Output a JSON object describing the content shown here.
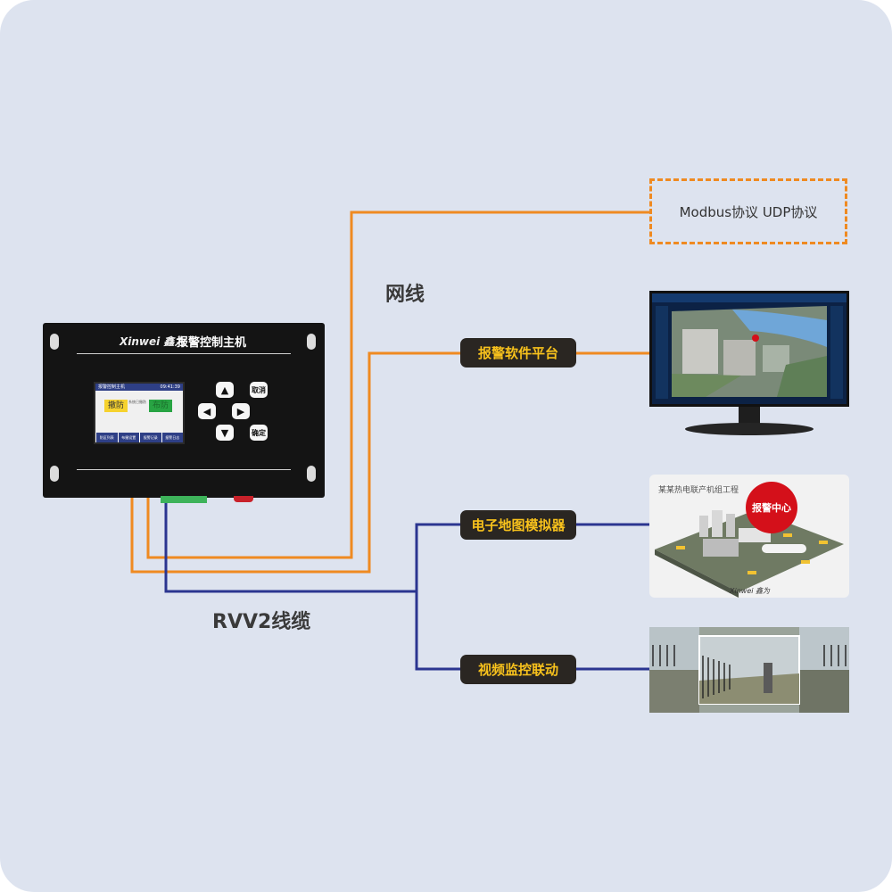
{
  "protocols": "Modbus协议  UDP协议",
  "network_label": "网线",
  "cable_label": "RVV2线缆",
  "nodes": {
    "software_platform": "报警软件平台",
    "map_simulator": "电子地图模拟器",
    "video_linkage": "视频监控联动"
  },
  "device": {
    "brand": "Xinwei 鑫为",
    "title": "报警控制主机",
    "lcd": {
      "header": "报警控制主机",
      "time": "09:41:39",
      "arm_label": "撤防",
      "disarm_label": "布防",
      "status": "系统已撤防",
      "tabs": [
        "防区列表",
        "布撤设置",
        "报警记录",
        "报警日志"
      ]
    },
    "keys": {
      "cancel": "取消",
      "confirm": "确定"
    }
  },
  "map_card": {
    "caption": "某某热电联产机组工程",
    "pin_label": "报警中心",
    "logo": "Xinwei 鑫为"
  },
  "colors": {
    "network_line": "#ef8a21",
    "cable_line": "#2b3590",
    "label_bg": "#2a2622",
    "label_text": "#f8c21c",
    "background": "#dde3ef"
  }
}
